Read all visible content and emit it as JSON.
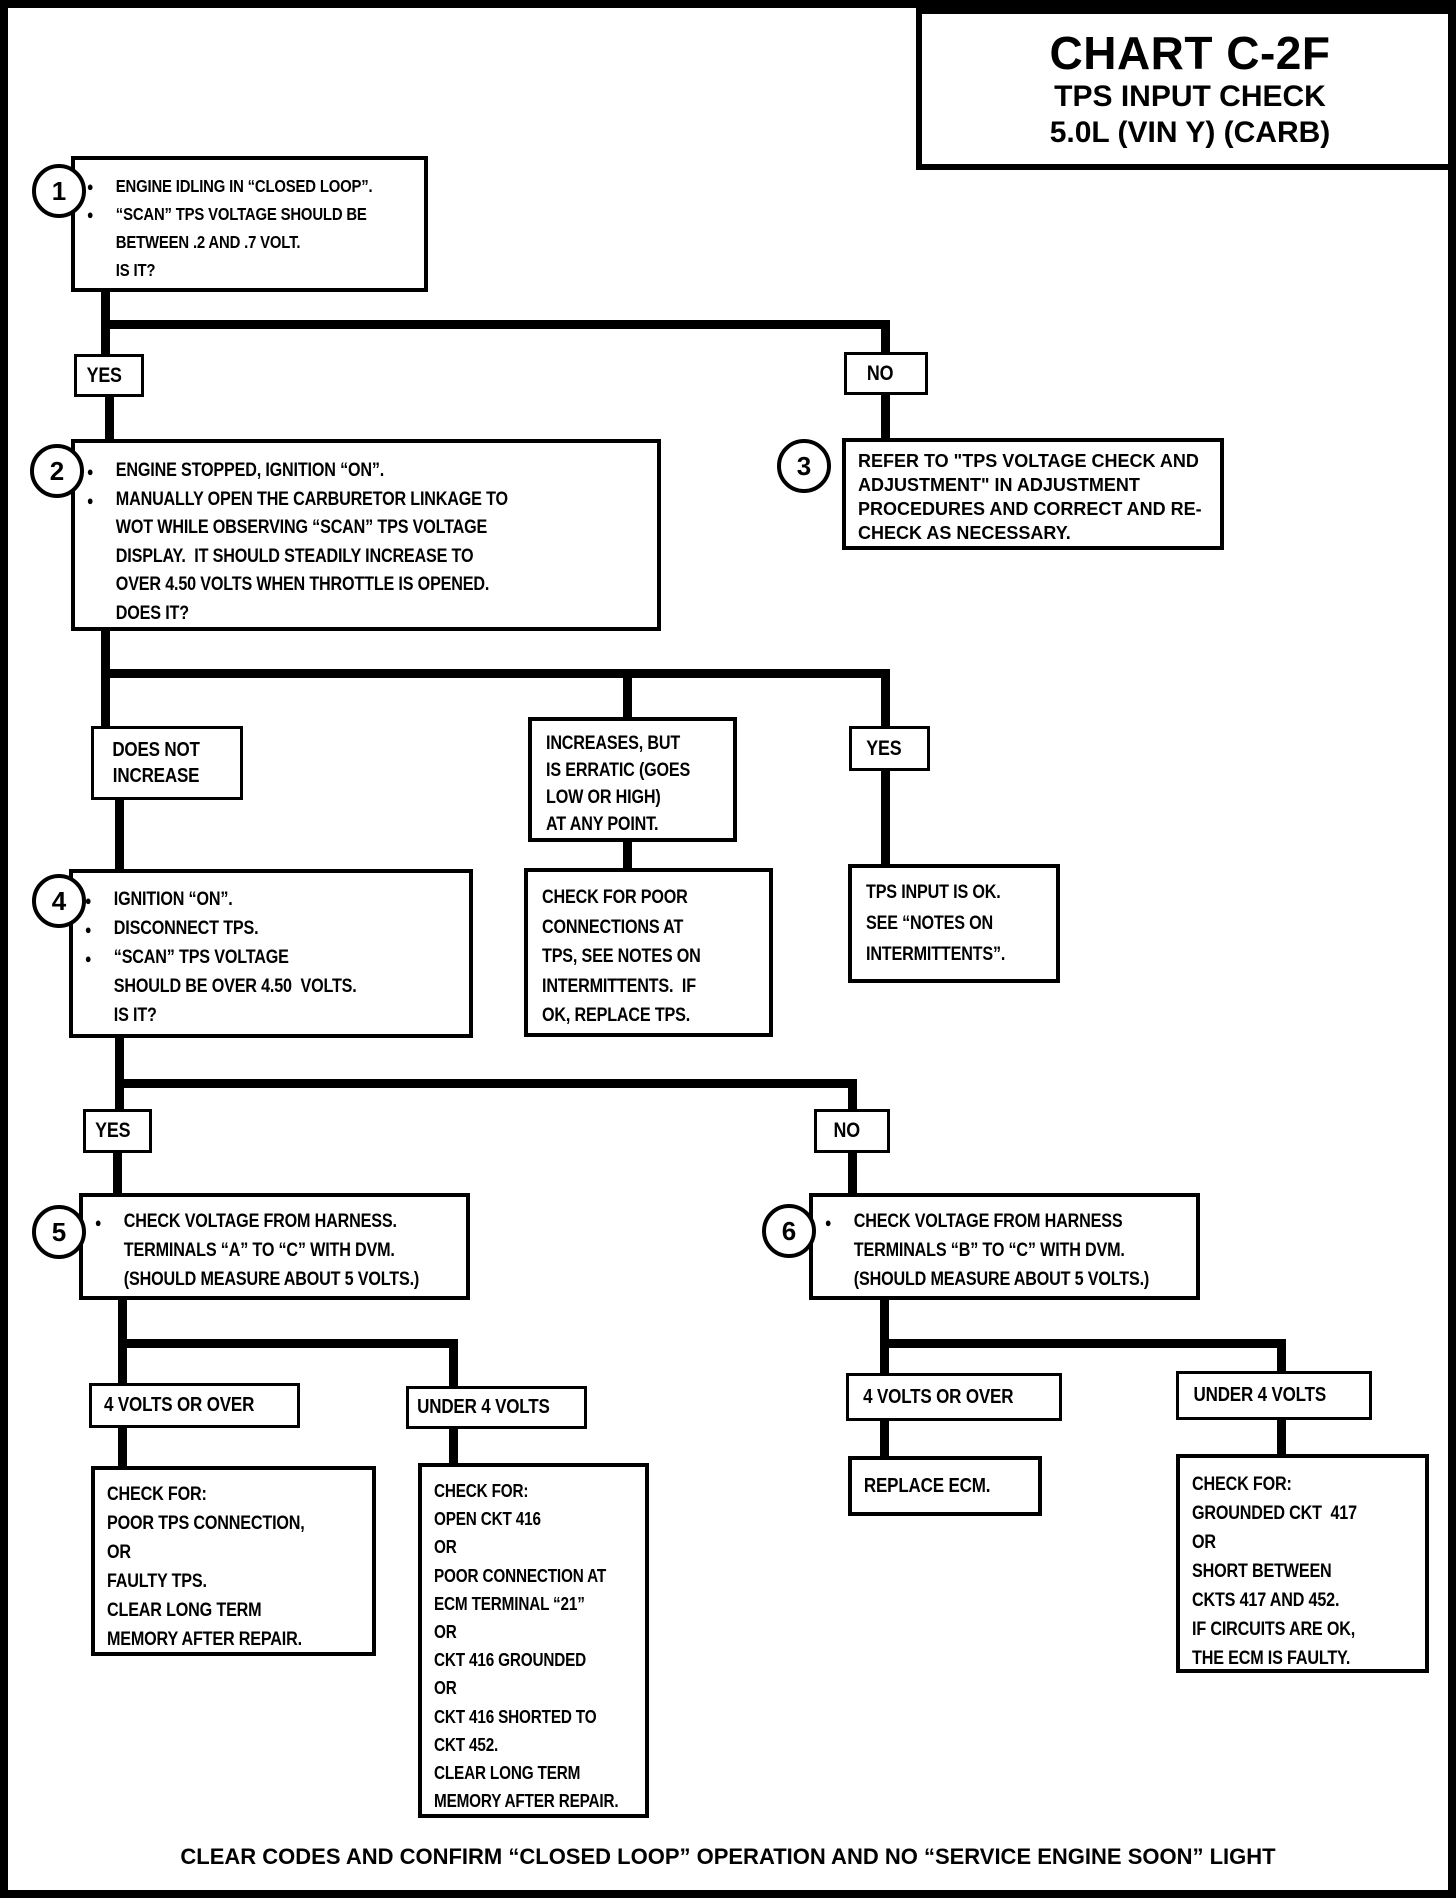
{
  "header": {
    "title": "CHART C-2F",
    "subtitle1": "TPS INPUT CHECK",
    "subtitle2": "5.0L  (VIN Y)  (CARB)"
  },
  "steps": {
    "s1": {
      "num": "1",
      "items": [
        "ENGINE IDLING IN “CLOSED LOOP”.",
        "“SCAN” TPS VOLTAGE SHOULD BE\nBETWEEN .2 AND .7 VOLT.\nIS IT?"
      ]
    },
    "s2": {
      "num": "2",
      "items": [
        "ENGINE STOPPED, IGNITION “ON”.",
        "MANUALLY OPEN THE CARBURETOR LINKAGE TO\nWOT WHILE OBSERVING “SCAN” TPS VOLTAGE\nDISPLAY.  IT SHOULD STEADILY INCREASE TO\nOVER 4.50 VOLTS WHEN THROTTLE IS OPENED.\nDOES IT?"
      ]
    },
    "s3": {
      "num": "3",
      "text": "REFER TO \"TPS VOLTAGE CHECK AND\nADJUSTMENT\" IN ADJUSTMENT\nPROCEDURES AND CORRECT AND RE-\nCHECK AS NECESSARY."
    },
    "s4": {
      "num": "4",
      "items": [
        "IGNITION “ON”.",
        "DISCONNECT TPS.",
        "“SCAN” TPS VOLTAGE\nSHOULD BE OVER 4.50  VOLTS.\nIS IT?"
      ]
    },
    "s5": {
      "num": "5",
      "items": [
        "CHECK VOLTAGE FROM HARNESS.\nTERMINALS “A” TO “C” WITH DVM.\n(SHOULD MEASURE ABOUT 5 VOLTS.)"
      ]
    },
    "s6": {
      "num": "6",
      "items": [
        "CHECK VOLTAGE FROM HARNESS\nTERMINALS “B” TO “C” WITH DVM.\n(SHOULD MEASURE ABOUT 5 VOLTS.)"
      ]
    }
  },
  "branches": {
    "yes1": "YES",
    "no1": "NO",
    "does_not_increase": "DOES NOT\nINCREASE",
    "erratic": "INCREASES, BUT\nIS ERRATIC (GOES\nLOW OR HIGH)\nAT ANY POINT.",
    "yes2": "YES",
    "yes3": "YES",
    "no2": "NO",
    "volts_over_left": "4 VOLTS OR OVER",
    "volts_under_left": "UNDER 4 VOLTS",
    "volts_over_right": "4 VOLTS OR OVER",
    "volts_under_right": "UNDER 4 VOLTS"
  },
  "results": {
    "check_poor": "CHECK FOR POOR\nCONNECTIONS AT\nTPS, SEE NOTES ON\nINTERMITTENTS.  IF\nOK, REPLACE TPS.",
    "tps_ok": "TPS INPUT IS OK.\nSEE “NOTES ON\nINTERMITTENTS”.",
    "check_left": "CHECK FOR:\nPOOR TPS CONNECTION,\nOR\nFAULTY TPS.\nCLEAR LONG TERM\nMEMORY AFTER REPAIR.",
    "check_416": "CHECK FOR:\nOPEN CKT 416\nOR\nPOOR CONNECTION AT\nECM TERMINAL “21”\nOR\nCKT 416 GROUNDED\nOR\nCKT 416 SHORTED TO\nCKT 452.\nCLEAR LONG TERM\nMEMORY AFTER REPAIR.",
    "replace_ecm": "REPLACE ECM.",
    "check_right": "CHECK FOR:\nGROUNDED CKT  417\nOR\nSHORT BETWEEN\nCKTS 417 AND 452.\nIF CIRCUITS ARE OK,\nTHE ECM IS FAULTY."
  },
  "footer": "CLEAR CODES AND CONFIRM “CLOSED LOOP” OPERATION AND NO “SERVICE ENGINE SOON” LIGHT"
}
